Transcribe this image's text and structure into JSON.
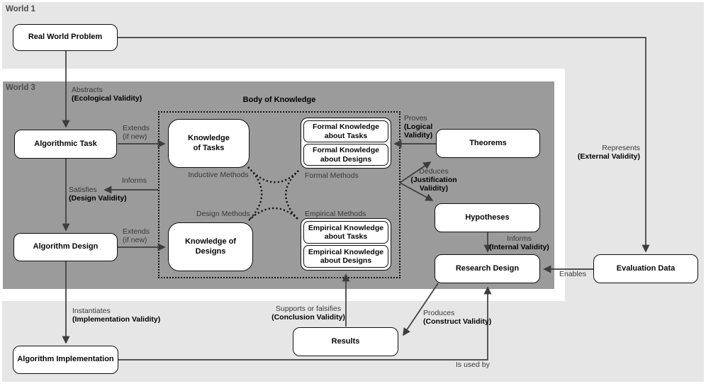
{
  "regions": {
    "world1": "World 1",
    "world3": "World 3",
    "body_of_knowledge": "Body of Knowledge"
  },
  "nodes": {
    "real_world_problem": "Real World Problem",
    "algorithmic_task": "Algorithmic Task",
    "algorithm_design": "Algorithm Design",
    "algorithm_implementation": "Algorithm Implementation",
    "knowledge_of_tasks": "Knowledge of Tasks",
    "knowledge_of_designs": "Knowledge of Designs",
    "formal_knowledge_about_tasks": "Formal Knowledge about Tasks",
    "formal_knowledge_about_designs": "Formal Knowledge about Designs",
    "empirical_knowledge_about_tasks": "Empirical Knowledge about Tasks",
    "empirical_knowledge_about_designs": "Empirical Knowledge about Designs",
    "theorems": "Theorems",
    "hypotheses": "Hypotheses",
    "research_design": "Research Design",
    "evaluation_data": "Evaluation Data",
    "results": "Results"
  },
  "method_labels": {
    "inductive": "Inductive Methods",
    "formal": "Formal Methods",
    "design": "Design Methods",
    "empirical": "Empirical Methods"
  },
  "edge_labels": {
    "abstracts": {
      "lines": [
        "Abstracts",
        "(Ecological Validity)"
      ]
    },
    "extends_task": {
      "lines": [
        "Extends",
        "(if new)"
      ]
    },
    "extends_design": {
      "lines": [
        "Extends",
        "(if new)"
      ]
    },
    "informs": {
      "lines": [
        "Informs"
      ]
    },
    "satisfies": {
      "lines": [
        "Satisfies",
        "(Design Validity)"
      ]
    },
    "proves": {
      "lines": [
        "Proves",
        "(Logical",
        "Validity)"
      ]
    },
    "deduces": {
      "lines": [
        "Deduces",
        "(Justification",
        "Validity)"
      ]
    },
    "informs_internal": {
      "lines": [
        "Informs",
        "(Internal Validity)"
      ]
    },
    "represents": {
      "lines": [
        "Represents",
        "(External Validity)"
      ]
    },
    "enables": {
      "lines": [
        "Enables"
      ]
    },
    "instantiates": {
      "lines": [
        "Instantiates",
        "(Implementation Validity)"
      ]
    },
    "supports_or_falsifies": {
      "lines": [
        "Supports or falsifies",
        "(Conclusion Validity)"
      ]
    },
    "produces": {
      "lines": [
        "Produces",
        "(Construct Validity)"
      ]
    },
    "is_used_by": {
      "lines": [
        "Is used by"
      ]
    }
  },
  "colors": {
    "canvas_bg": "#e6e6e6",
    "world3_bg": "#9b9b9b",
    "wrapper_bg": "#ffffff",
    "node_bg": "#ffffff",
    "node_border": "#0f0f0f",
    "connector": "#3d3d3d"
  }
}
